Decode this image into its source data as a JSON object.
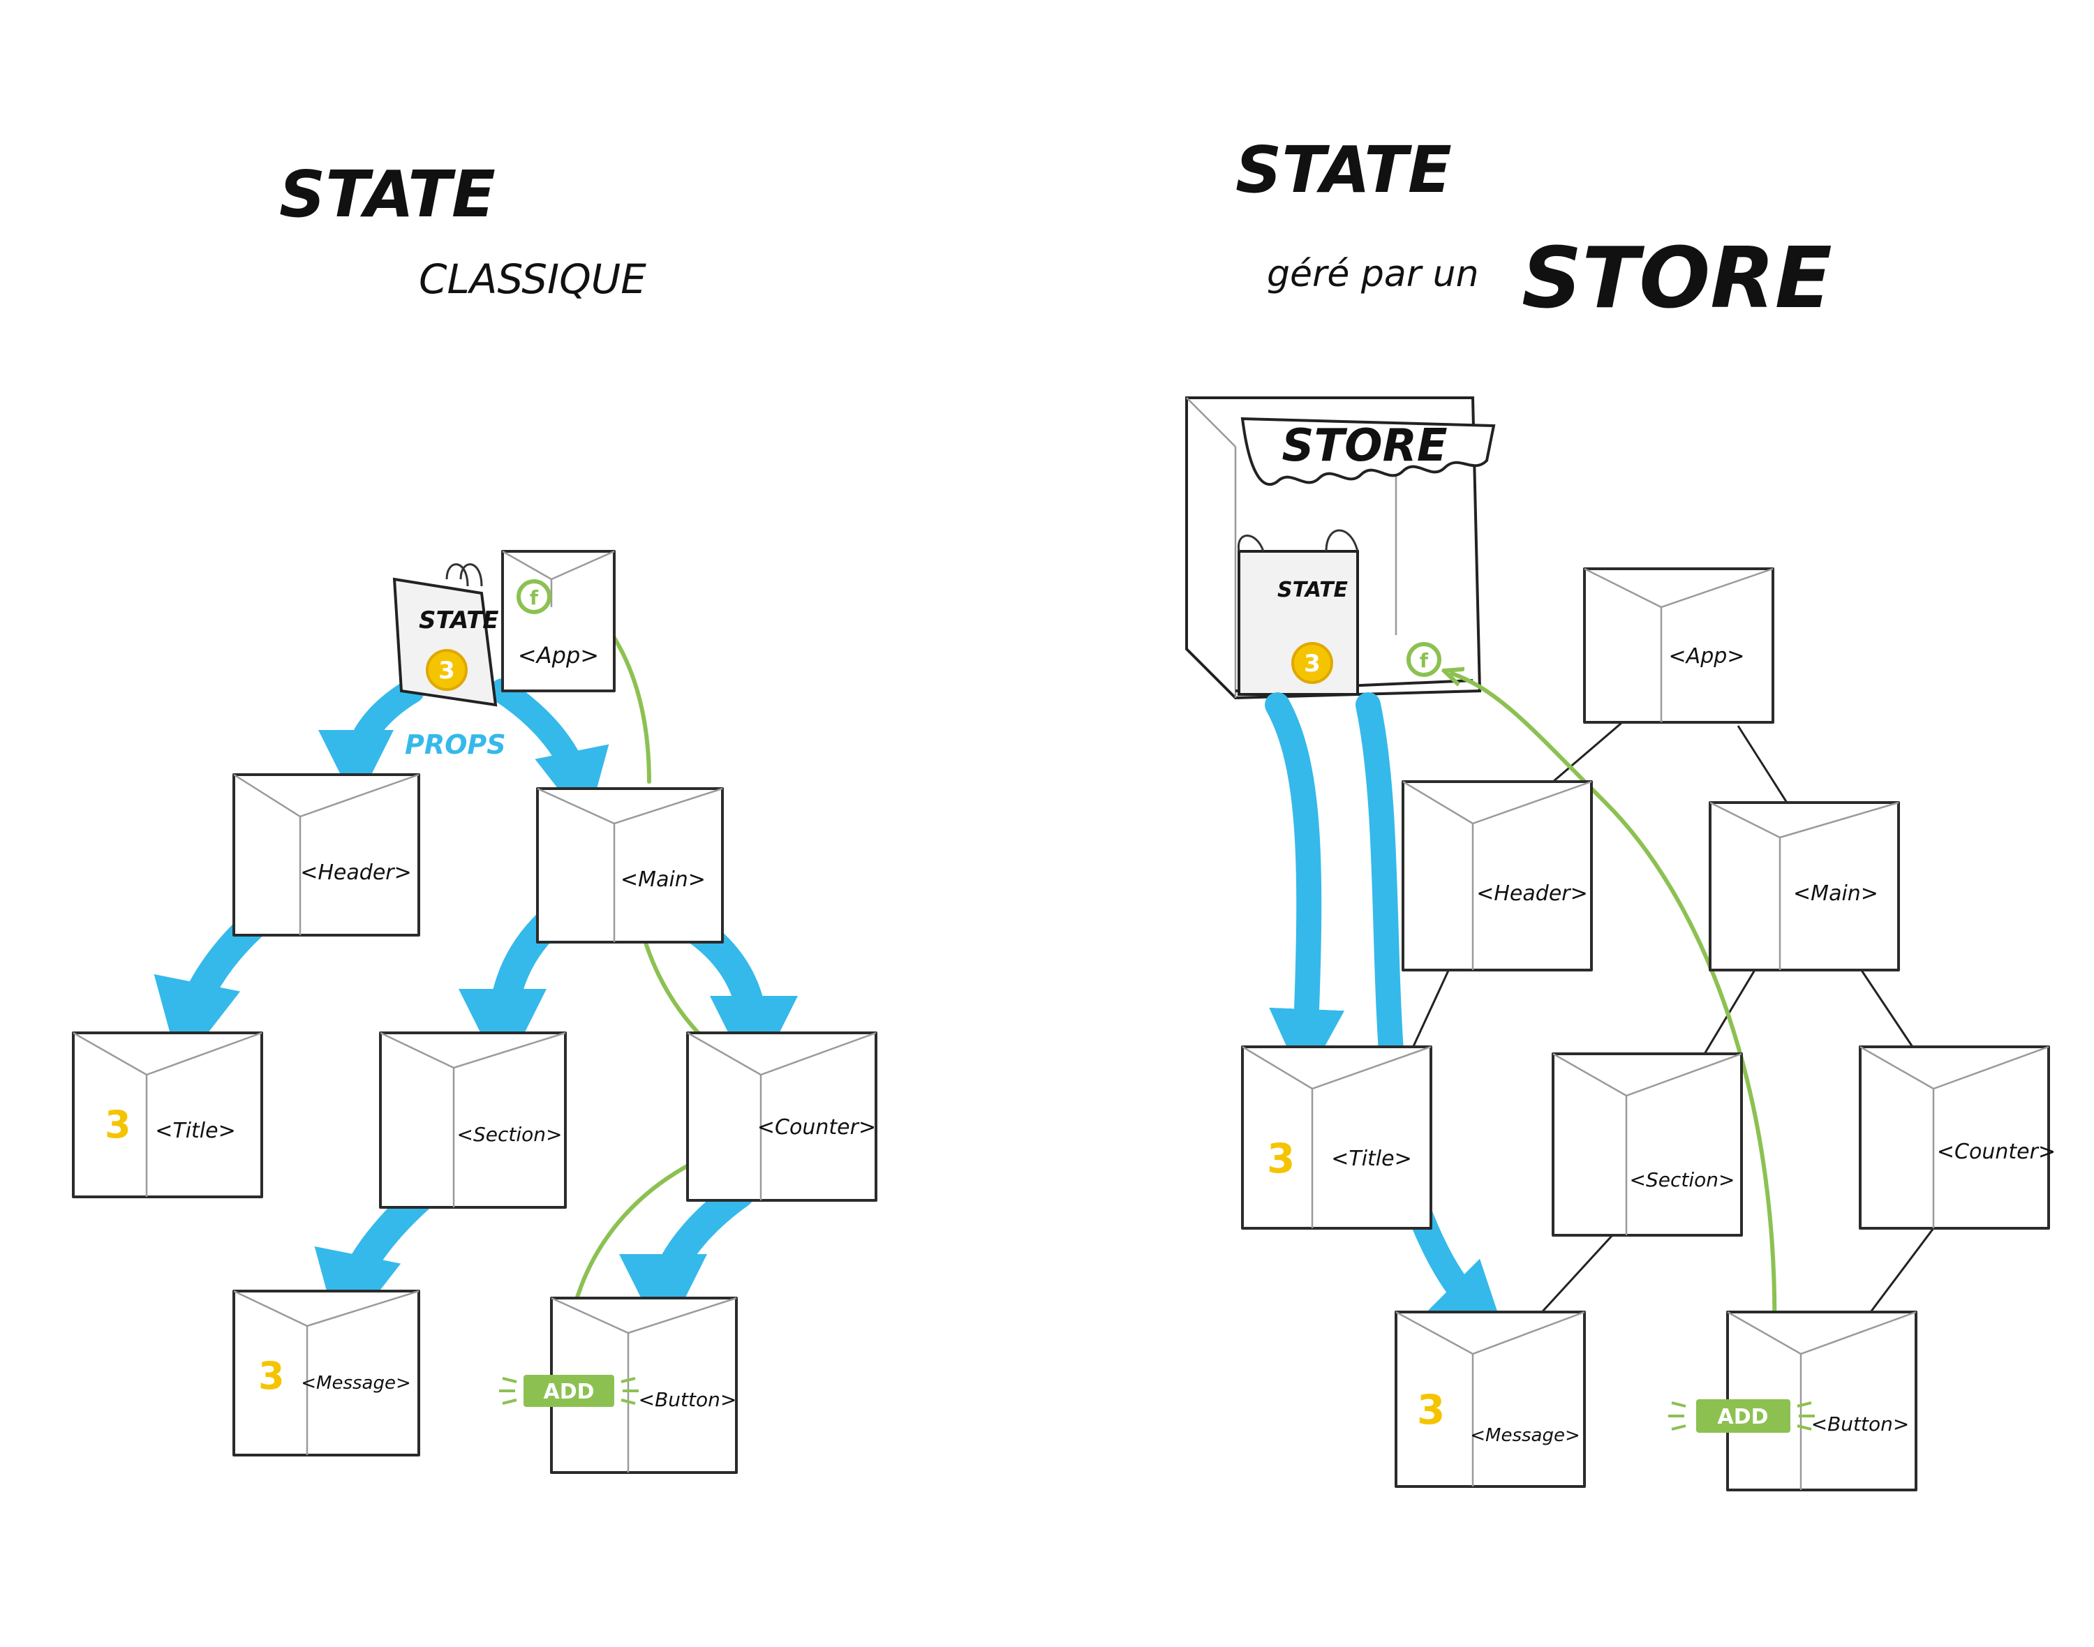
{
  "left": {
    "title": "STATE",
    "subtitle": "CLASSIQUE",
    "props_label": "PROPS",
    "state_bag_label": "STATE",
    "state_value": "3",
    "func_badge": "f",
    "add_button": "ADD",
    "components": {
      "app": "<App>",
      "header": "<Header>",
      "main": "<Main>",
      "title": "<Title>",
      "section": "<Section>",
      "counter": "<Counter>",
      "message": "<Message>",
      "button": "<Button>"
    },
    "title_value": "3",
    "message_value": "3"
  },
  "right": {
    "title": "STATE",
    "subtitle_prefix": "géré par un",
    "subtitle_store": "STORE",
    "store_sign": "STORE",
    "state_bag_label": "STATE",
    "state_value": "3",
    "func_badge": "f",
    "add_button": "ADD",
    "components": {
      "app": "<App>",
      "header": "<Header>",
      "main": "<Main>",
      "title": "<Title>",
      "section": "<Section>",
      "counter": "<Counter>",
      "message": "<Message>",
      "button": "<Button>"
    },
    "title_value": "3",
    "message_value": "3"
  },
  "colors": {
    "props": "#35b9ea",
    "callback": "#8cc152",
    "value": "#f5c400",
    "ink": "#1a1a1a"
  }
}
